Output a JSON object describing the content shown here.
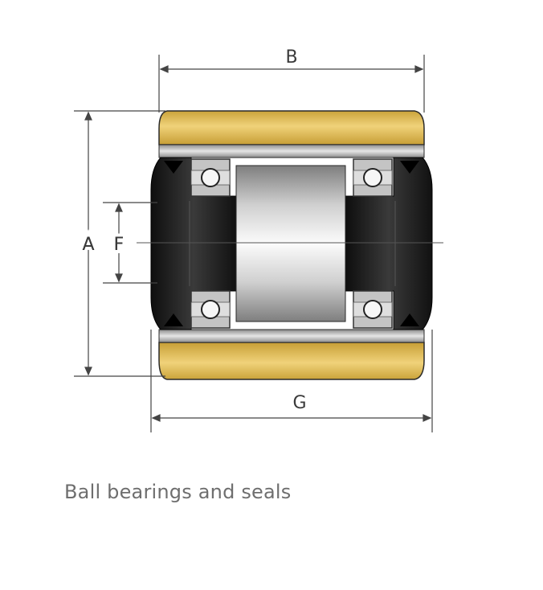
{
  "diagram": {
    "labels": {
      "a": "A",
      "b": "B",
      "f": "F",
      "g": "G"
    },
    "caption": "Ball bearings and seals",
    "colors": {
      "tread": "#e2bd58",
      "hub": "#1c1c1c",
      "axle_light": "#f2f2f2",
      "axle_dark": "#9a9a9a",
      "bearing": "#bdbdbd",
      "dimension_line": "#444444"
    }
  }
}
